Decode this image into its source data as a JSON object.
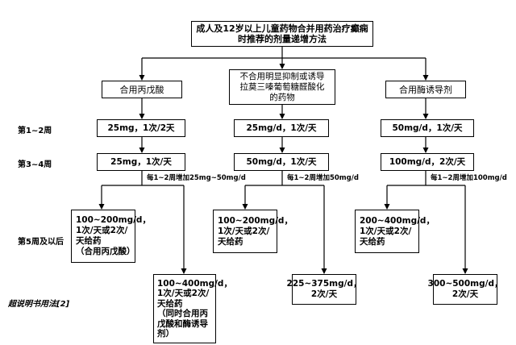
{
  "title_box": "成人及12岁以上儿童药物合并用药治疗癫痫\n时推荐的剂量递增方法",
  "branches": {
    "valproate": "合用丙戊酸",
    "non_inducer": "不合用明显抑制或诱导\n拉莫三嗪葡萄糖醛酸化\n的药物",
    "inducer": "合用酶诱导剂"
  },
  "row_labels": {
    "week_1_2": "第1~2周",
    "week_3_4": "第3~4周",
    "week_5_plus": "第5周及以后",
    "off_label": "超说明书用法[2]"
  },
  "week_1_2": {
    "valproate": "25mg，1次/2天",
    "non_inducer": "25mg/d，1次/天",
    "inducer": "50mg/d，1次/天"
  },
  "week_3_4": {
    "valproate": "25mg，1次/天",
    "non_inducer": "50mg/d，1次/天",
    "inducer": "100mg/d，2次/天"
  },
  "titration_notes": {
    "valproate": "每1~2周增加25mg~50mg/d",
    "non_inducer": "每1~2周增加50mg/d",
    "inducer": "每1~2周增加100mg/d"
  },
  "maintenance": {
    "valproate": "100~200mg/d，\n1次/天或2次/\n天给药\n（合用丙戊酸）",
    "non_inducer": "100~200mg/d，\n1次/天或2次/\n天给药",
    "inducer": "200~400mg/d，\n1次/天或2次/\n天给药"
  },
  "off_label_doses": {
    "valproate": "100~400mg/d，\n1次/天或2次/\n天给药\n（同时合用丙\n戊酸和酶诱导\n剂）",
    "non_inducer": "225~375mg/d，\n2次/天",
    "inducer": "300~500mg/d，\n2次/天"
  }
}
